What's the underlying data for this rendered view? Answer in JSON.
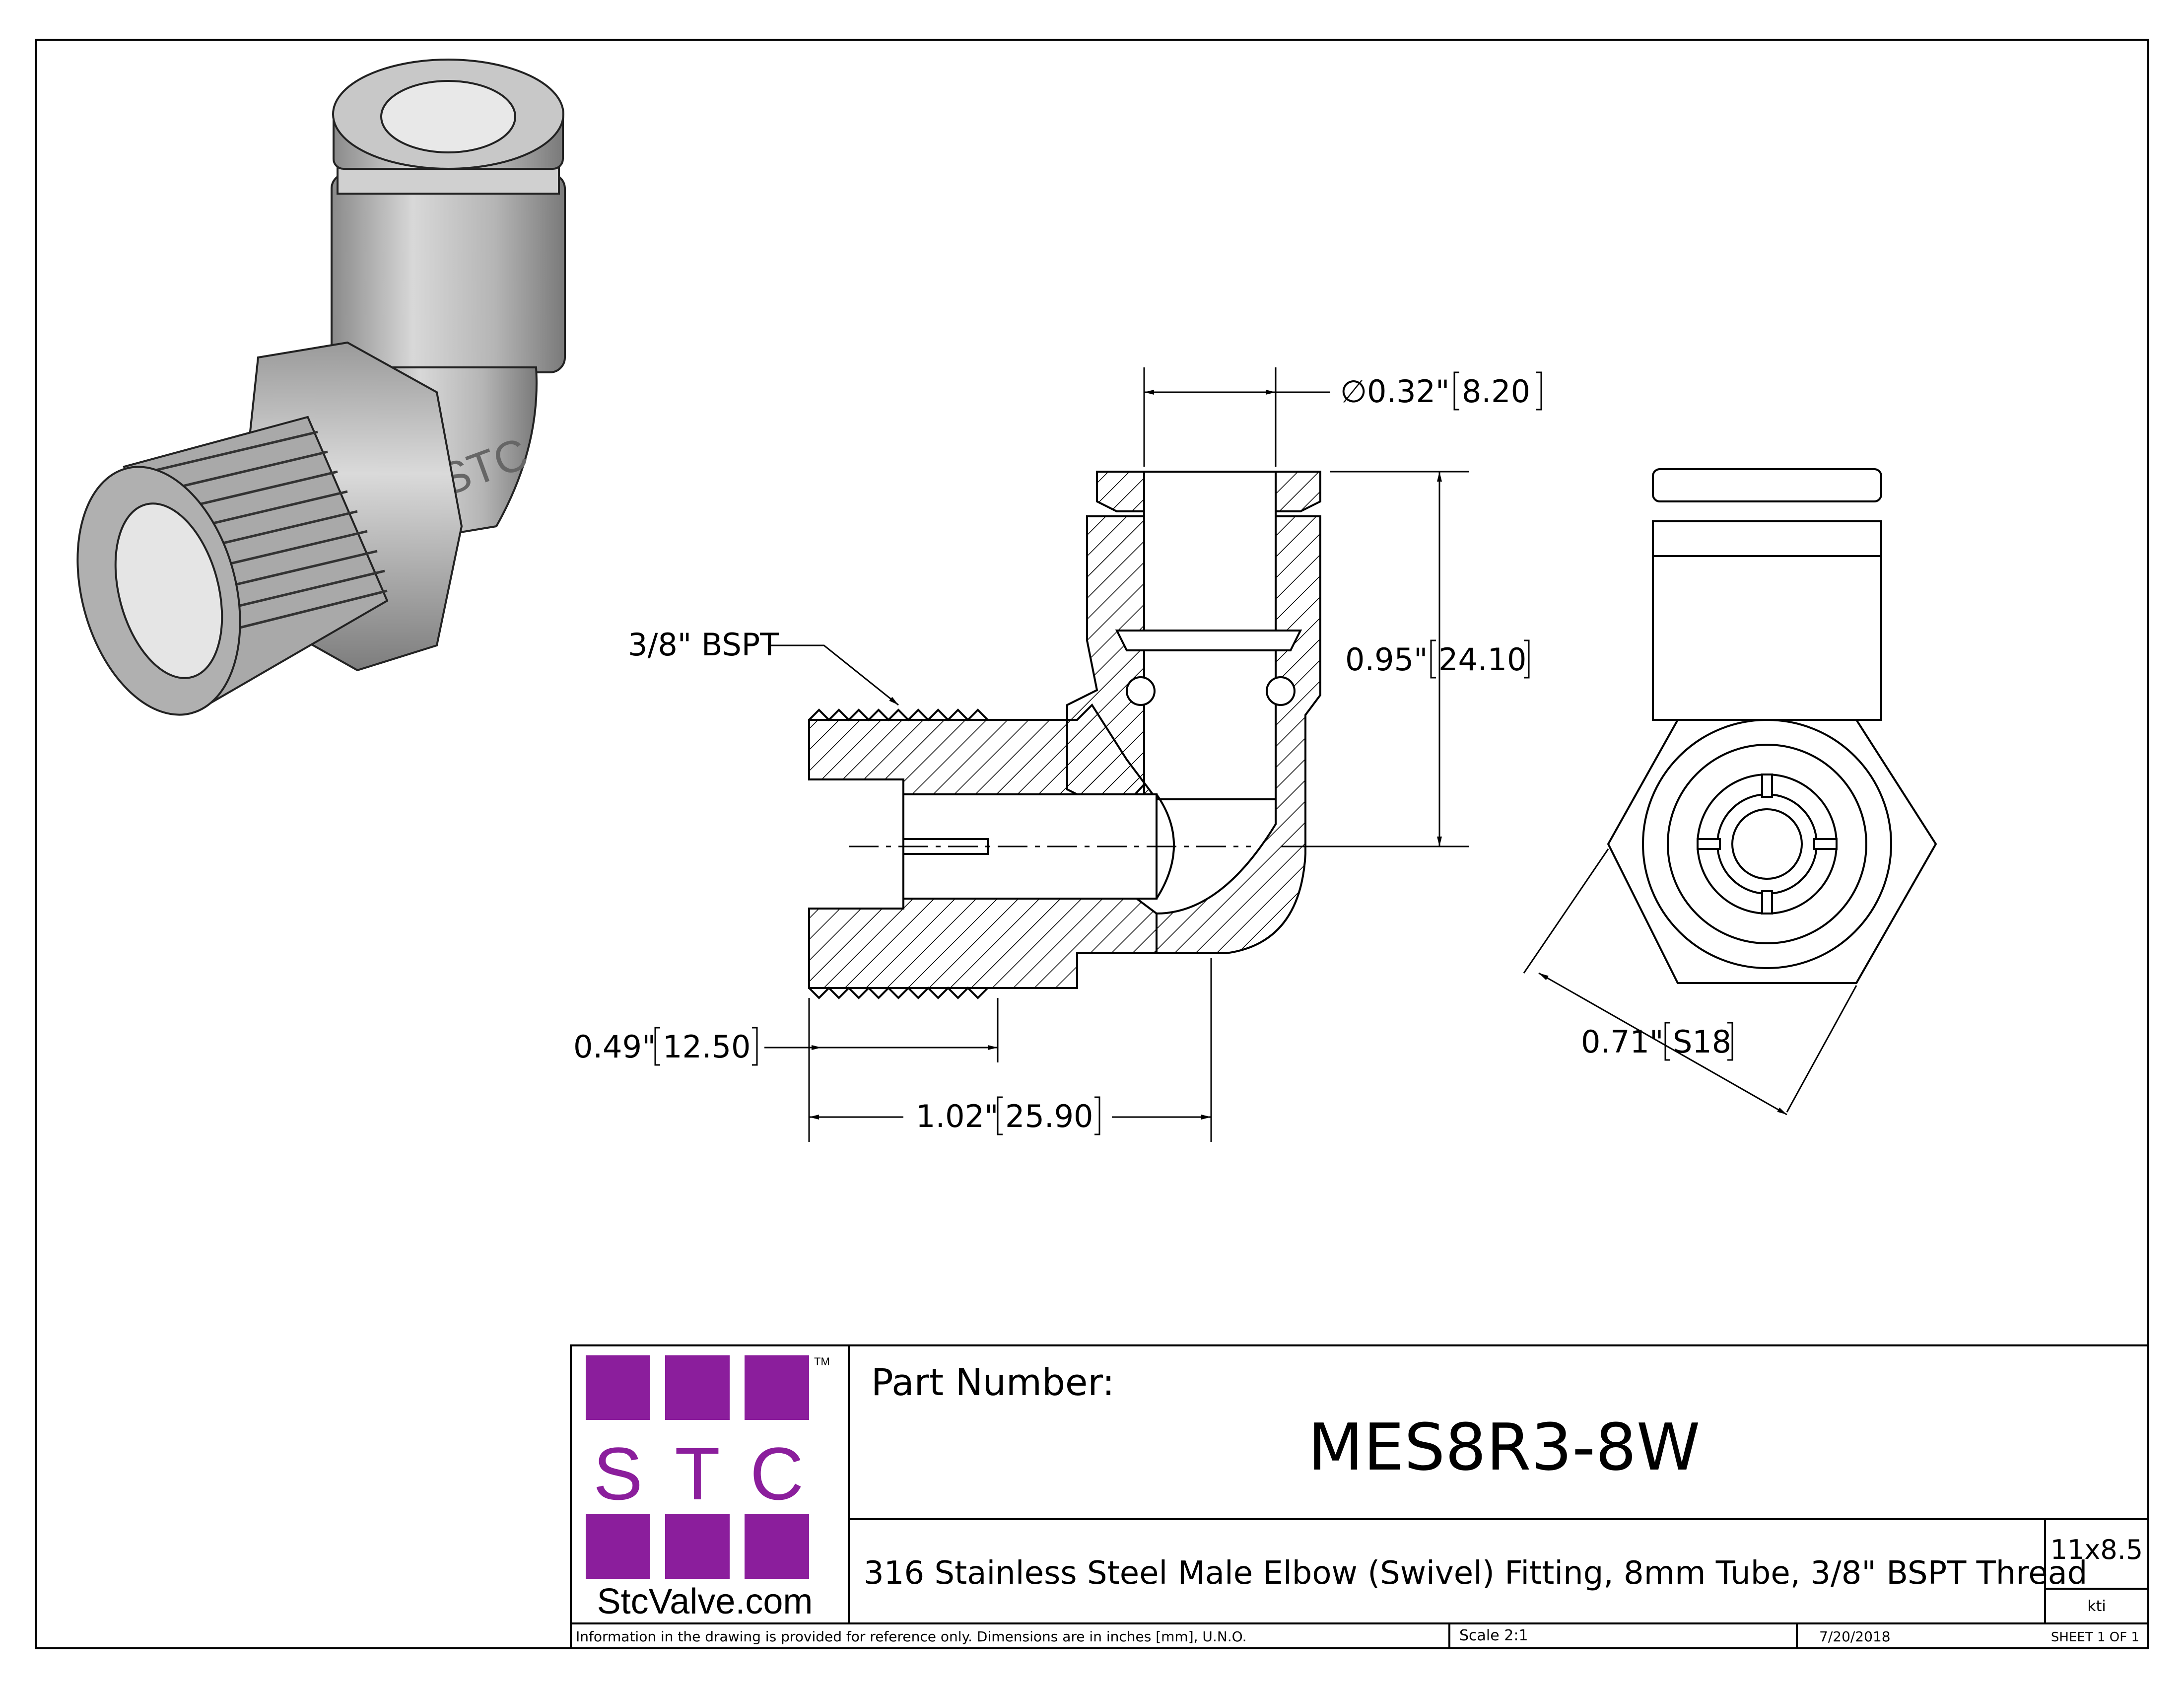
{
  "dimensions": {
    "tube_od": "∅0.32\"",
    "tube_od_mm": "8.20",
    "height": "0.95\"",
    "height_mm": "24.10",
    "thread_len": "0.49\"",
    "thread_len_mm": "12.50",
    "total_len": "1.02\"",
    "total_len_mm": "25.90",
    "hex": "0.71\"",
    "hex_mm": "S18",
    "thread_callout": "3/8\" BSPT"
  },
  "logo": {
    "letters": [
      "S",
      "T",
      "C"
    ],
    "trademark": "TM",
    "website": "StcValve.com",
    "color": "#8b1e9c"
  },
  "title_block": {
    "part_number_label": "Part Number:",
    "part_number": "MES8R3-8W",
    "description": "316 Stainless Steel Male Elbow (Swivel) Fitting, 8mm Tube, 3/8\" BSPT Thread",
    "size": "11x8.5",
    "drawn_by": "kti",
    "note": "Information in the drawing is provided for reference only. Dimensions are in inches [mm], U.N.O.",
    "scale": "Scale   2:1",
    "date": "7/20/2018",
    "sheet": "SHEET 1 OF 1"
  }
}
